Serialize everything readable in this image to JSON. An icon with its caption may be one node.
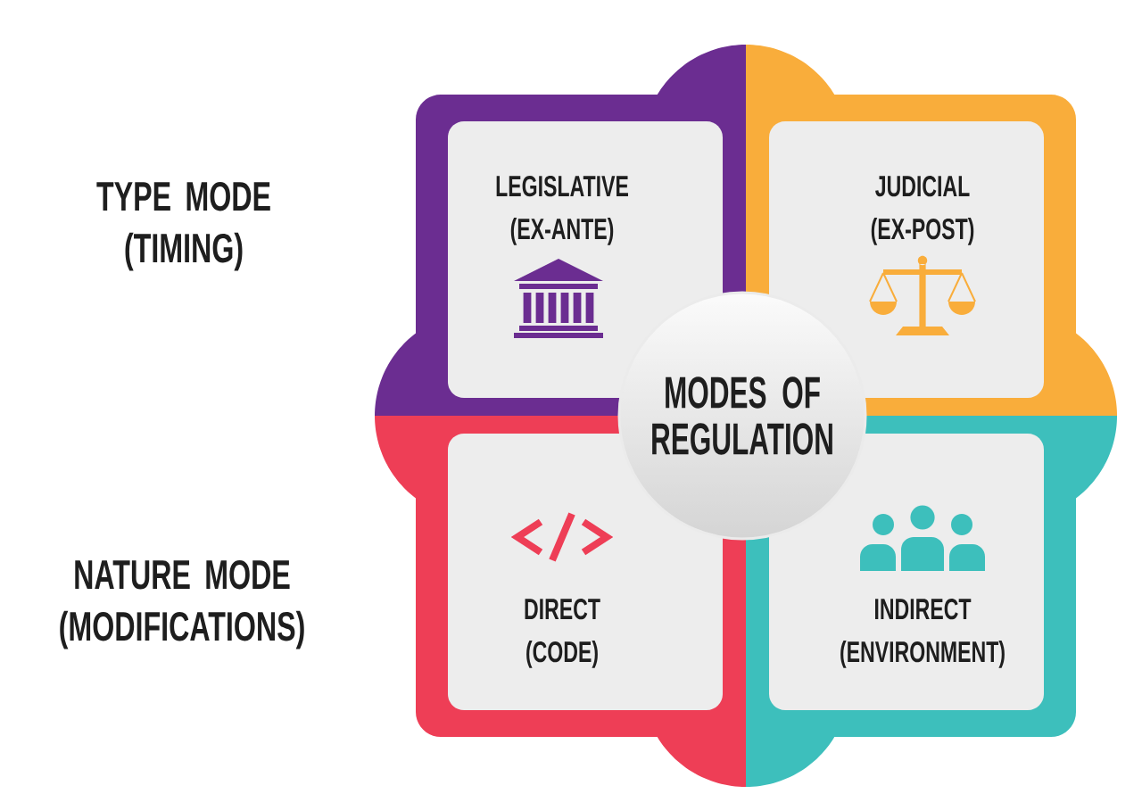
{
  "diagram": {
    "nodes": [
      {
        "text": [],
        "shape": "box"
      },
      {
        "text": [
          "LEGISLATIVE (EX-ANTE)"
        ],
        "in": 0
      },
      {
        "text": [],
        "shape": "box"
      },
      {
        "text": [
          "JUDICIAL (EX-POST)"
        ],
        "in": 2
      },
      {
        "text": [
          "MODES OF REGULATION"
        ]
      },
      {
        "text": [],
        "shape": "box"
      },
      {
        "text": [
          "DIRECT (CODE)"
        ],
        "in": 5
      },
      {
        "text": [],
        "shape": "box"
      },
      {
        "text": [
          "INDIRECT (ENVIRONMENT)"
        ],
        "in": 7
      }
    ],
    "labels": [
      "TYPE MODE (TIMING)",
      "NATURE MODE (MODIFICATIONS)"
    ]
  }
}
